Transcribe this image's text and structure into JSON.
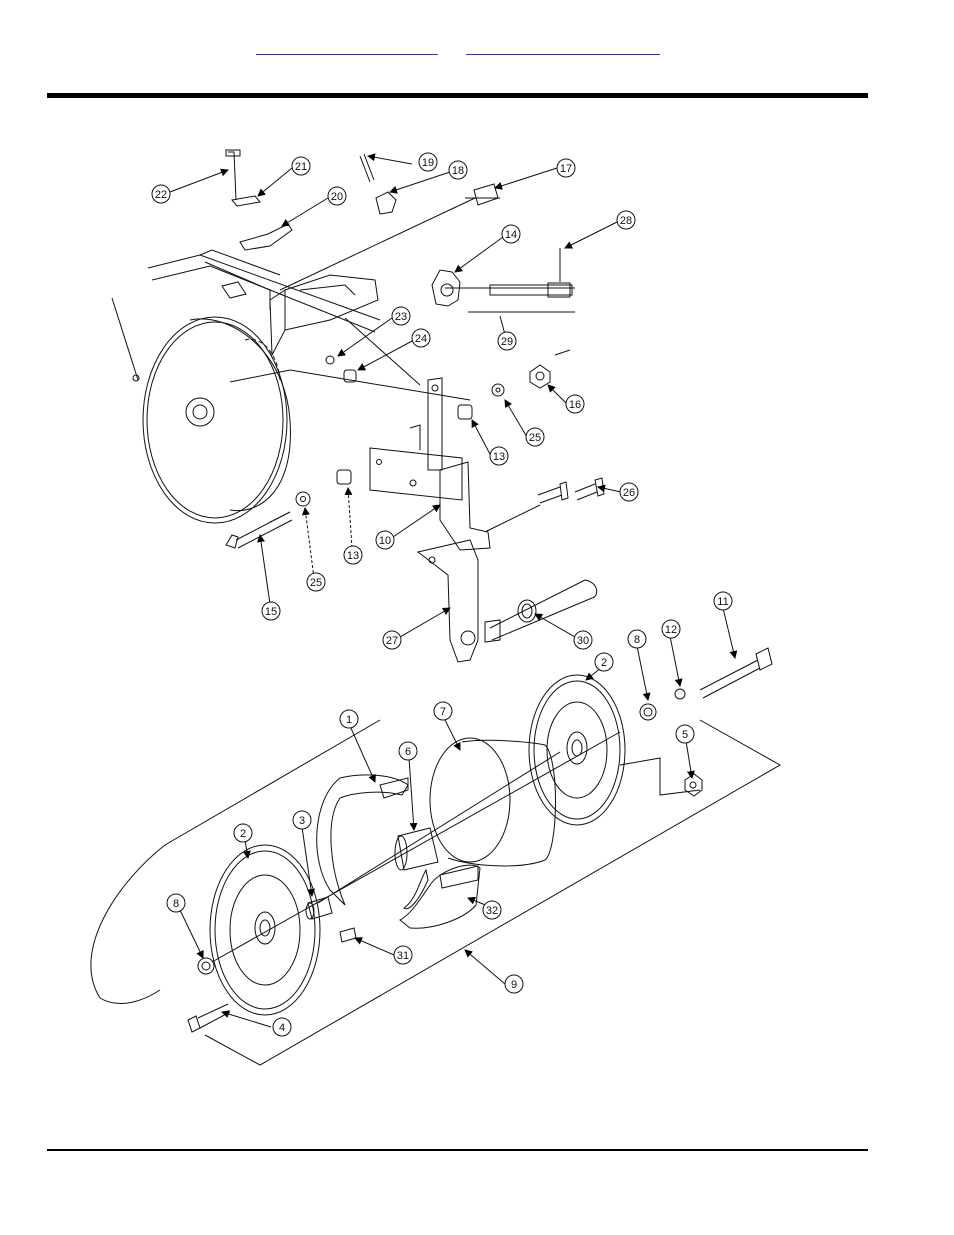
{
  "header": {
    "links": [
      {
        "id": "nav-link-1",
        "label": ""
      },
      {
        "id": "nav-link-2",
        "label": ""
      }
    ]
  },
  "diagram": {
    "callouts": [
      {
        "label": "22",
        "name": "callout-22"
      },
      {
        "label": "21",
        "name": "callout-21"
      },
      {
        "label": "19",
        "name": "callout-19"
      },
      {
        "label": "18",
        "name": "callout-18"
      },
      {
        "label": "17",
        "name": "callout-17"
      },
      {
        "label": "20",
        "name": "callout-20"
      },
      {
        "label": "14",
        "name": "callout-14"
      },
      {
        "label": "28",
        "name": "callout-28"
      },
      {
        "label": "23",
        "name": "callout-23"
      },
      {
        "label": "24",
        "name": "callout-24"
      },
      {
        "label": "29",
        "name": "callout-29"
      },
      {
        "label": "16",
        "name": "callout-16"
      },
      {
        "label": "25",
        "name": "callout-25-upper"
      },
      {
        "label": "13",
        "name": "callout-13-upper"
      },
      {
        "label": "26",
        "name": "callout-26"
      },
      {
        "label": "10",
        "name": "callout-10"
      },
      {
        "label": "13",
        "name": "callout-13-lower"
      },
      {
        "label": "25",
        "name": "callout-25-lower"
      },
      {
        "label": "15",
        "name": "callout-15"
      },
      {
        "label": "27",
        "name": "callout-27"
      },
      {
        "label": "30",
        "name": "callout-30"
      },
      {
        "label": "11",
        "name": "callout-11"
      },
      {
        "label": "2",
        "name": "callout-2-right"
      },
      {
        "label": "8",
        "name": "callout-8-right"
      },
      {
        "label": "12",
        "name": "callout-12"
      },
      {
        "label": "1",
        "name": "callout-1"
      },
      {
        "label": "7",
        "name": "callout-7"
      },
      {
        "label": "6",
        "name": "callout-6"
      },
      {
        "label": "5",
        "name": "callout-5"
      },
      {
        "label": "2",
        "name": "callout-2-left"
      },
      {
        "label": "3",
        "name": "callout-3"
      },
      {
        "label": "32",
        "name": "callout-32"
      },
      {
        "label": "8",
        "name": "callout-8-left"
      },
      {
        "label": "31",
        "name": "callout-31"
      },
      {
        "label": "9",
        "name": "callout-9"
      },
      {
        "label": "4",
        "name": "callout-4"
      }
    ]
  }
}
